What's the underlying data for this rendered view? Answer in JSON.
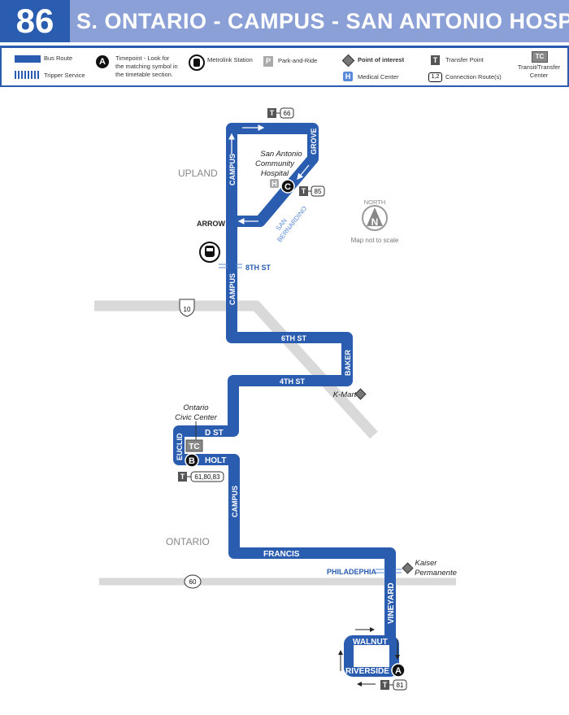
{
  "header": {
    "route_number": "86",
    "title": "S. ONTARIO - CAMPUS - SAN ANTONIO HOSPITAL"
  },
  "legend": {
    "bus_route": "Bus Route",
    "tripper": "Tripper Service",
    "timepoint_letter": "A",
    "timepoint": [
      "Timepoint - Look for",
      "the matching symbol in",
      "the timetable section."
    ],
    "metrolink": "Metrolink Station",
    "park_ride_letter": "P",
    "park_ride": "Park-and-Ride",
    "poi": "Point of interest",
    "medical_letter": "H",
    "medical": "Medical Center",
    "transfer_letter": "T",
    "transfer": "Transfer Point",
    "connection_sample": "1,2",
    "connection": "Connection Route(s)",
    "tc_letter": "TC",
    "tc": [
      "Transit/Transfer",
      "Center"
    ]
  },
  "colors": {
    "route": "#2a5db0",
    "header_light": "#8ba0d6",
    "road": "#d9d9d9"
  },
  "map": {
    "cities": [
      "UPLAND",
      "ONTARIO"
    ],
    "streets": {
      "campus_top": "CAMPUS",
      "grove": "GROVE",
      "arrow": "ARROW",
      "san_bernardino": [
        "SAN",
        "BERNARDINO"
      ],
      "eighth": "8TH ST",
      "campus_mid": "CAMPUS",
      "sixth": "6TH ST",
      "baker": "BAKER",
      "fourth": "4TH ST",
      "d_st": "D ST",
      "euclid": "EUCLID",
      "holt": "HOLT",
      "campus_low": "CAMPUS",
      "francis": "FRANCIS",
      "philadelphia": "PHILADEPHIA",
      "vineyard": "VINEYARD",
      "walnut": "WALNUT",
      "riverside": "RIVERSIDE"
    },
    "freeways": [
      "10",
      "60"
    ],
    "places": {
      "hospital": [
        "San Antonio",
        "Community",
        "Hospital"
      ],
      "kmart": "K-Mart",
      "civic": [
        "Ontario",
        "Civic Center"
      ],
      "kaiser": [
        "Kaiser",
        "Permanente"
      ]
    },
    "timepoints": [
      "A",
      "B",
      "C"
    ],
    "medical_letter": "H",
    "tc_letter": "TC",
    "transfer_letter": "T",
    "connections": {
      "top": "66",
      "hospital": "85",
      "holt": "61,80,83",
      "riverside": "81"
    },
    "north": {
      "label": "NORTH",
      "letter": "N",
      "note": "Map not to scale"
    }
  }
}
